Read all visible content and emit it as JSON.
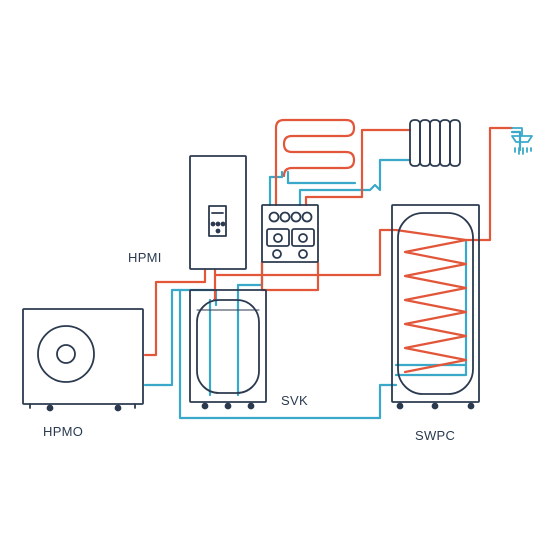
{
  "labels": {
    "hpmi": "HPMI",
    "svk": "SVK",
    "hpmo": "HPMO",
    "swpc": "SWPC"
  },
  "colors": {
    "outline": "#2b3a4f",
    "hot_pipe": "#e2563a",
    "cold_pipe": "#3aa9c9",
    "background": "#ffffff"
  },
  "icons": [
    "shower-icon",
    "radiator-icon",
    "floor-heating-coil-icon",
    "fan-icon"
  ]
}
